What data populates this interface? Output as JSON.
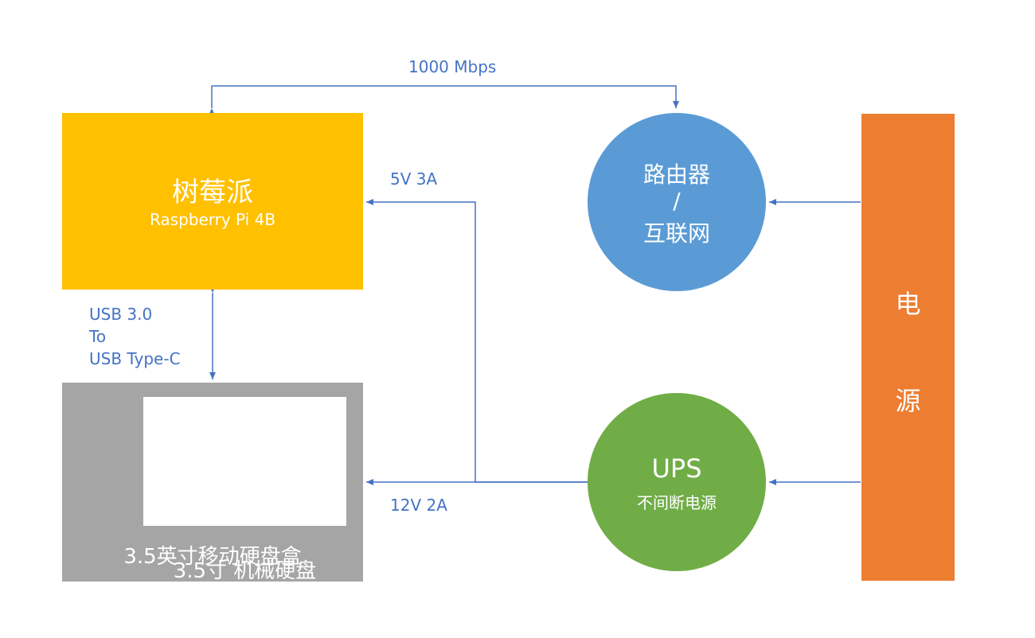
{
  "nodes": {
    "raspberry_pi": {
      "title": "树莓派",
      "subtitle": "Raspberry Pi 4B"
    },
    "hdd": {
      "label": "3.5寸 机械硬盘"
    },
    "enclosure": {
      "label": "3.5英寸移动硬盘盒"
    },
    "router": {
      "line1": "路由器",
      "line2": "/",
      "line3": "互联网"
    },
    "ups": {
      "title": "UPS",
      "subtitle": "不间断电源"
    },
    "power": {
      "char1": "电",
      "char2": "源"
    }
  },
  "connections": {
    "network": "1000 Mbps",
    "pi_power": "5V 3A",
    "hdd_power": "12V 2A",
    "usb": {
      "line1": "USB 3.0",
      "line2": "To",
      "line3": "USB Type-C"
    }
  },
  "colors": {
    "raspberry_pi": "#FFC000",
    "enclosure": "#A5A5A5",
    "hdd": "#FFFFFF",
    "router": "#5B9BD5",
    "ups": "#70AD47",
    "power": "#ED7D31",
    "connector": "#4472C4"
  }
}
